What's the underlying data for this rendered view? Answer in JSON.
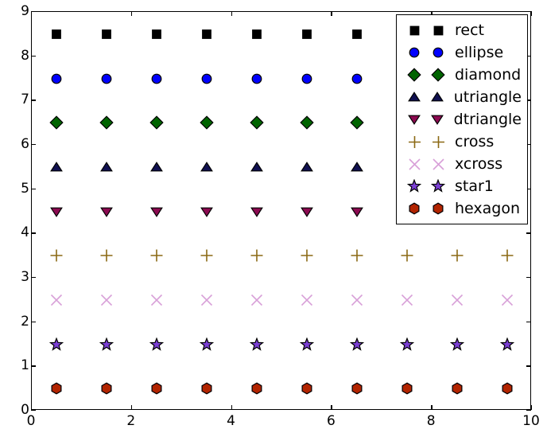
{
  "chart_data": {
    "type": "scatter",
    "title": "",
    "xlabel": "",
    "ylabel": "",
    "xlim": [
      0,
      10
    ],
    "ylim": [
      0,
      9
    ],
    "grid": false,
    "legend_position": "upper right",
    "xticks": [
      0,
      2,
      4,
      6,
      8,
      10
    ],
    "xticklabels": [
      "0",
      "2",
      "4",
      "6",
      "8",
      "10"
    ],
    "yticks": [
      0,
      1,
      2,
      3,
      4,
      5,
      6,
      7,
      8,
      9
    ],
    "yticklabels": [
      "0",
      "1",
      "2",
      "3",
      "4",
      "5",
      "6",
      "7",
      "8",
      "9"
    ],
    "x": [
      0.5,
      1.5,
      2.5,
      3.5,
      4.5,
      5.5,
      6.5,
      7.5,
      8.5,
      9.5
    ],
    "series": [
      {
        "name": "rect",
        "marker": "square",
        "y": 8.5,
        "values": [
          8.5,
          8.5,
          8.5,
          8.5,
          8.5,
          8.5,
          8.5,
          8.5,
          8.5,
          8.5
        ],
        "fill": "#000000",
        "edge": "#000000",
        "size": 13
      },
      {
        "name": "ellipse",
        "marker": "circle",
        "y": 7.5,
        "values": [
          7.5,
          7.5,
          7.5,
          7.5,
          7.5,
          7.5,
          7.5,
          7.5,
          7.5,
          7.5
        ],
        "fill": "#0000ff",
        "edge": "#000000",
        "size": 14
      },
      {
        "name": "diamond",
        "marker": "diamond",
        "y": 6.5,
        "values": [
          6.5,
          6.5,
          6.5,
          6.5,
          6.5,
          6.5,
          6.5,
          6.5,
          6.5,
          6.5
        ],
        "fill": "#006400",
        "edge": "#000000",
        "size": 18
      },
      {
        "name": "utriangle",
        "marker": "triangle-up",
        "y": 5.5,
        "values": [
          5.5,
          5.5,
          5.5,
          5.5,
          5.5,
          5.5,
          5.5,
          5.5,
          5.5,
          5.5
        ],
        "fill": "#101050",
        "edge": "#000000",
        "size": 16
      },
      {
        "name": "dtriangle",
        "marker": "triangle-down",
        "y": 4.5,
        "values": [
          4.5,
          4.5,
          4.5,
          4.5,
          4.5,
          4.5,
          4.5,
          4.5,
          4.5,
          4.5
        ],
        "fill": "#8b0a50",
        "edge": "#000000",
        "size": 16
      },
      {
        "name": "cross",
        "marker": "plus",
        "y": 3.5,
        "values": [
          3.5,
          3.5,
          3.5,
          3.5,
          3.5,
          3.5,
          3.5,
          3.5,
          3.5,
          3.5
        ],
        "fill": "none",
        "edge": "#8b6914",
        "size": 17
      },
      {
        "name": "xcross",
        "marker": "x",
        "y": 2.5,
        "values": [
          2.5,
          2.5,
          2.5,
          2.5,
          2.5,
          2.5,
          2.5,
          2.5,
          2.5,
          2.5
        ],
        "fill": "none",
        "edge": "#d8a0d8",
        "size": 17
      },
      {
        "name": "star1",
        "marker": "star",
        "y": 1.5,
        "values": [
          1.5,
          1.5,
          1.5,
          1.5,
          1.5,
          1.5,
          1.5,
          1.5,
          1.5,
          1.5
        ],
        "fill": "#7b3fd4",
        "edge": "#000000",
        "size": 18
      },
      {
        "name": "hexagon",
        "marker": "hexagon",
        "y": 0.5,
        "values": [
          0.5,
          0.5,
          0.5,
          0.5,
          0.5,
          0.5,
          0.5,
          0.5,
          0.5,
          0.5
        ],
        "fill": "#b22400",
        "edge": "#000000",
        "size": 16
      }
    ]
  },
  "legend": {
    "entries": [
      {
        "label": "rect"
      },
      {
        "label": "ellipse"
      },
      {
        "label": "diamond"
      },
      {
        "label": "utriangle"
      },
      {
        "label": "dtriangle"
      },
      {
        "label": "cross"
      },
      {
        "label": "xcross"
      },
      {
        "label": "star1"
      },
      {
        "label": "hexagon"
      }
    ]
  }
}
